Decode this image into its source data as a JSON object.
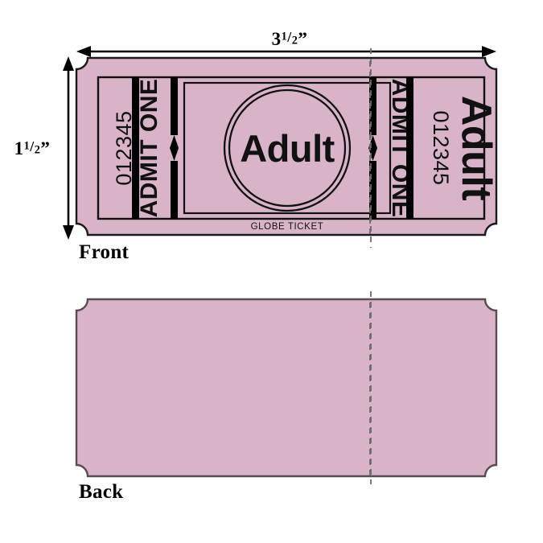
{
  "dimensions": {
    "width_label": {
      "whole": "3",
      "numerator": "1",
      "denominator": "2",
      "unit": "”"
    },
    "height_label": {
      "whole": "1",
      "numerator": "1",
      "denominator": "2",
      "unit": "”"
    },
    "width_text": "3 1/2”",
    "height_text": "1 1/2”"
  },
  "captions": {
    "front": "Front",
    "back": "Back"
  },
  "ticket_front": {
    "left_stub": {
      "serial": "012345",
      "admit": "ADMIT ONE"
    },
    "center": {
      "label": "Adult",
      "brand": "GLOBE TICKET"
    },
    "right_stub": {
      "admit": "ADMIT ONE",
      "serial": "012345",
      "label": "Adult"
    }
  },
  "ticket_back": {
    "content": ""
  },
  "colors": {
    "ticket_fill": "#d9b4c8",
    "ink": "#000000",
    "outline": "#000000",
    "page_background": "#ffffff",
    "perforation": "#6b6b6b"
  }
}
